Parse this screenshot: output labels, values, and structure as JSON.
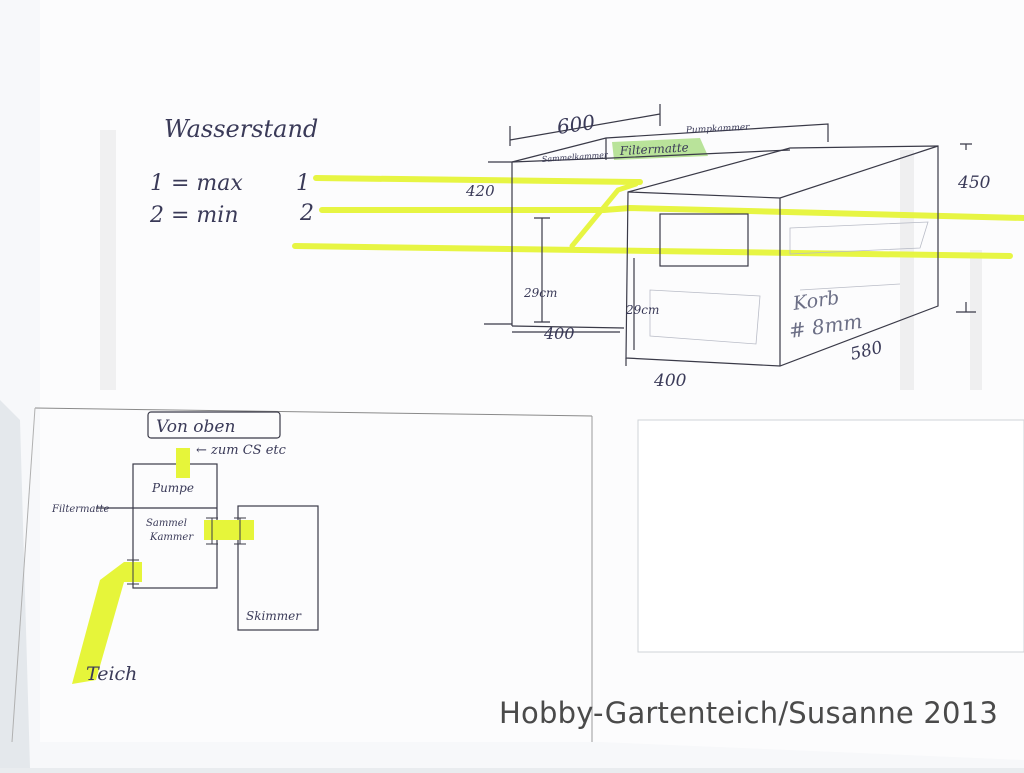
{
  "sketch": {
    "water_level_title": "Wasserstand",
    "level_max": "1 = max",
    "level_min": "2 = min",
    "level_1": "1",
    "level_2": "2",
    "dim_600": "600",
    "dim_420": "420",
    "dim_450": "450",
    "dim_400_filter": "400",
    "dim_400_box": "400",
    "dim_580": "580",
    "dim_29cm_left": "29cm",
    "dim_29cm_right": "29cm",
    "label_pumpkammer": "Pumpkammer",
    "label_sammelkammer": "Sammelkammer",
    "label_filtermatte": "Filtermatte",
    "label_korb": "Korb",
    "label_mesh": "# 8mm"
  },
  "topview": {
    "title": "Von oben",
    "to_cs": "← zum  CS etc",
    "pumpe": "Pumpe",
    "filtermatte": "Filtermatte",
    "sammelkammer_1": "Sammel",
    "sammelkammer_2": "Kammer",
    "skimmer": "Skimmer",
    "teich": "Teich"
  },
  "colors": {
    "paper": "#fdfdfe",
    "ink": "#3a3a48",
    "highlighter": "#e6f53a",
    "green_marker": "#b9e39a"
  },
  "watermark": "Hobby-Gartenteich/Susanne 2013"
}
